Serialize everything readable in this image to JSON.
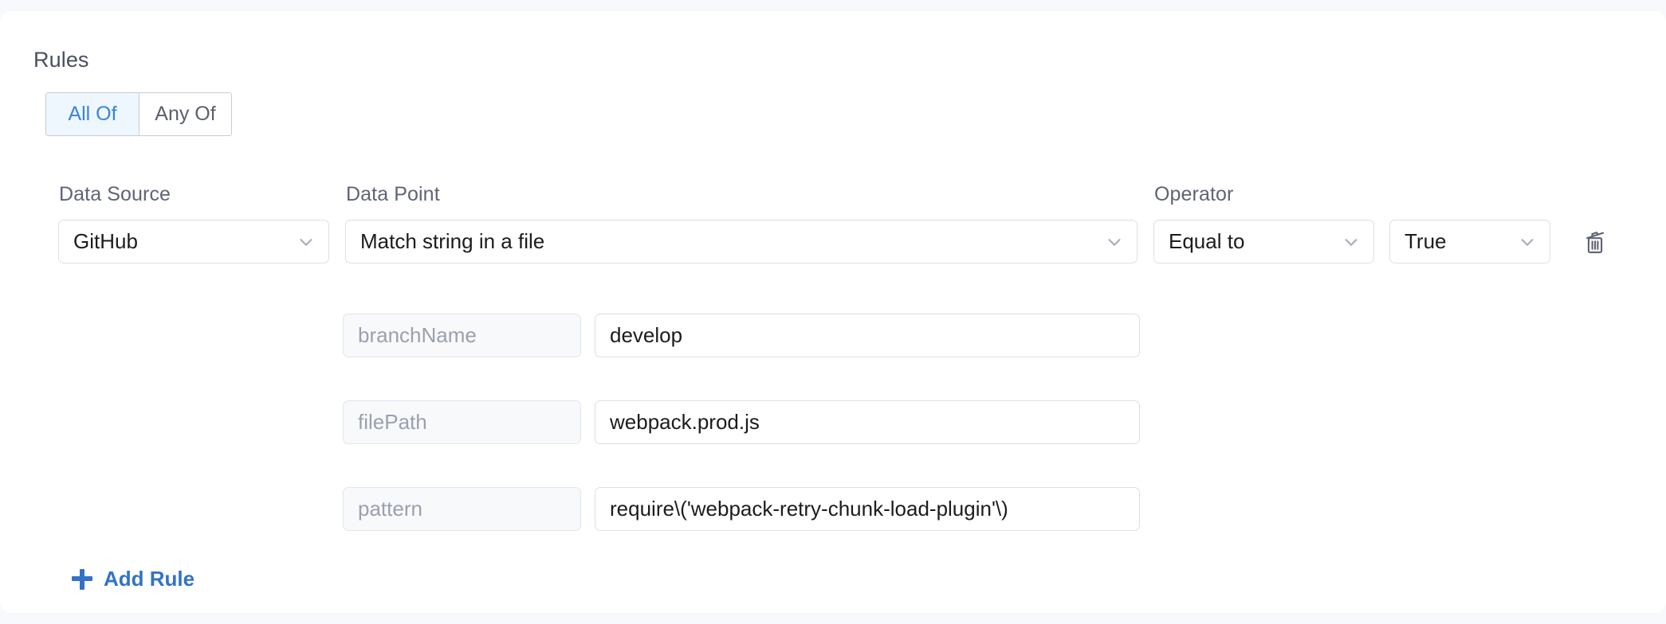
{
  "section": {
    "title": "Rules"
  },
  "match_toggle": {
    "options": [
      {
        "label": "All Of",
        "active": true
      },
      {
        "label": "Any Of",
        "active": false
      }
    ]
  },
  "columns": {
    "data_source_label": "Data Source",
    "data_point_label": "Data Point",
    "operator_label": "Operator"
  },
  "rule": {
    "data_source": "GitHub",
    "data_point": "Match string in a file",
    "operator": "Equal to",
    "operator_value": "True",
    "delete_icon": "trash-icon",
    "chevron_icon": "chevron-down-icon",
    "parameters": [
      {
        "key": "branchName",
        "value": "develop"
      },
      {
        "key": "filePath",
        "value": "webpack.prod.js"
      },
      {
        "key": "pattern",
        "value": "require\\('webpack-retry-chunk-load-plugin'\\)"
      }
    ]
  },
  "actions": {
    "add_rule_label": "Add Rule",
    "add_rule_icon": "plus-icon"
  },
  "colors": {
    "accent": "#3272c8",
    "toggle_active_bg": "#eef7fd",
    "toggle_active_text": "#3b82e0",
    "page_bg": "#f7f9fc",
    "card_bg": "#ffffff",
    "border": "#dcdfe8",
    "label_text": "#5f6475",
    "placeholder_text": "#9ba0b0"
  }
}
